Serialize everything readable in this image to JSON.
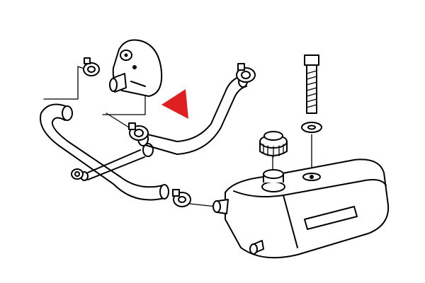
{
  "diagram": {
    "kind": "exploded parts illustration",
    "parts": [
      "hose-clamp",
      "coolant-outlet-housing",
      "upper-hose",
      "lower-hose",
      "small-bypass-hose",
      "expansion-tank",
      "filler-cap",
      "mounting-bolt",
      "washer"
    ],
    "pointer_color": "#e02020",
    "line_color": "#000000",
    "background_color": "#ffffff"
  }
}
